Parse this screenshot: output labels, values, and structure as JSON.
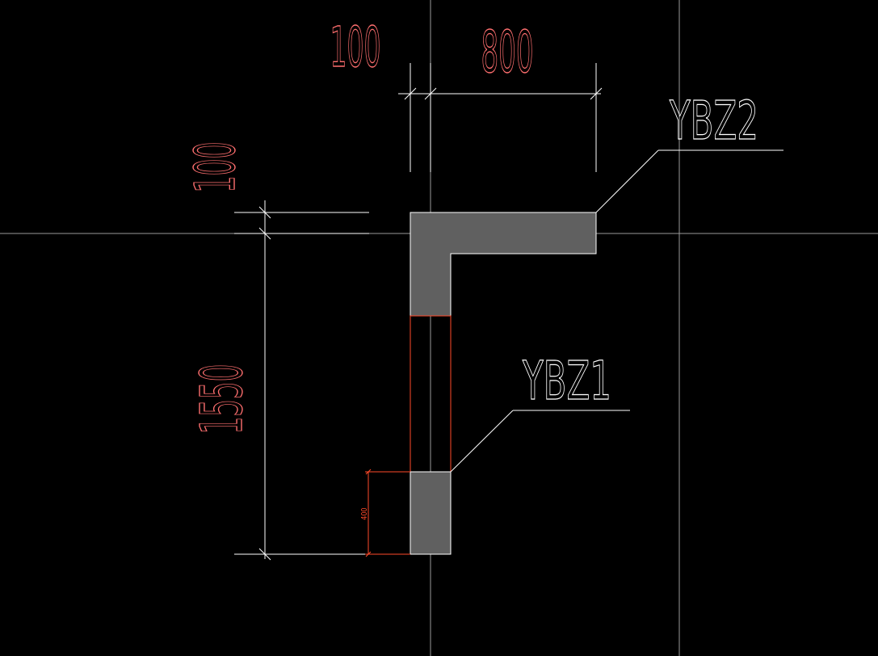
{
  "colors": {
    "background": "#000000",
    "line": "#ffffff",
    "dim_text": "#ff6f6f",
    "column_fill": "#606060",
    "outline": "#ff4a2a"
  },
  "dimensions": {
    "top_small": "100",
    "top_large": "800",
    "left_small": "100",
    "left_large": "1550",
    "small_callout": "400"
  },
  "labels": {
    "column_top": "YBZ2",
    "column_bottom": "YBZ1"
  }
}
